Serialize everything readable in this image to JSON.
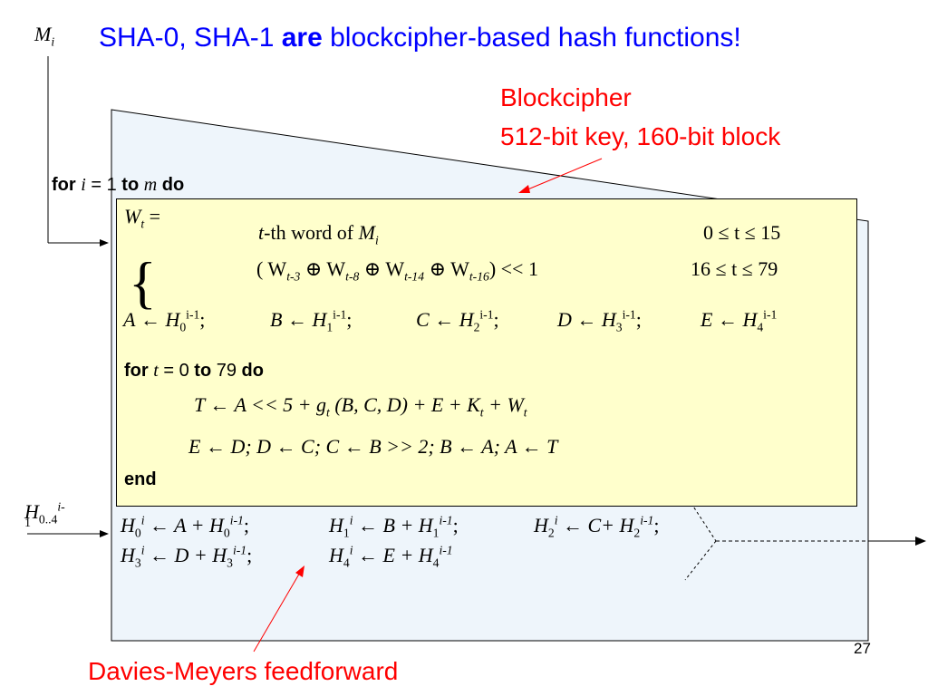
{
  "title": {
    "part1": "SHA-0, SHA-1 ",
    "bold": "are",
    "part2": " blockcipher-based hash functions!"
  },
  "blockcipher": {
    "line1": "Blockcipher",
    "line2": "512-bit key, 160-bit block"
  },
  "davies": "Davies-Meyers feedforward",
  "page_number": "27",
  "mi_label": {
    "var": "M",
    "sub": "i"
  },
  "h_input": {
    "var": "H",
    "sub": "0..4",
    "sup": "i-",
    "cont": "1"
  },
  "outer_loop": {
    "kw_for": "for",
    "var_i": "i",
    "eq": " = 1 ",
    "kw_to": "to",
    "var_m": "m",
    "kw_do": "do"
  },
  "schedule": {
    "lhs_var": "W",
    "lhs_sub": "t",
    "lhs_eq": " =",
    "brace": "{",
    "case1": {
      "t": "t",
      "text": "-th word of ",
      "m": "M",
      "msub": "i",
      "cond": "0 ≤  t  ≤ 15"
    },
    "case2": {
      "open": "( W",
      "s1": "t-3",
      "op1": " ⊕ W",
      "s2": "t-8",
      "op2": " ⊕ W",
      "s3": "t-14",
      "op3": " ⊕ W",
      "s4": "t-16",
      "close": ")  << 1",
      "cond": "16 ≤  t  ≤ 79"
    }
  },
  "init": [
    {
      "lhs": "A",
      "h": "H",
      "sub": "0",
      "sup": "i-1"
    },
    {
      "lhs": "B",
      "h": "H",
      "sub": "1",
      "sup": "i-1"
    },
    {
      "lhs": "C",
      "h": "H",
      "sub": "2",
      "sup": "i-1"
    },
    {
      "lhs": "D",
      "h": "H",
      "sub": "3",
      "sup": "i-1"
    },
    {
      "lhs": "E",
      "h": "H",
      "sub": "4",
      "sup": "i-1"
    }
  ],
  "inner_loop": {
    "kw_for": "for",
    "var_t": "t",
    "eq": " = 0 ",
    "kw_to": "to",
    "num": " 79 ",
    "kw_do": "do"
  },
  "round_T": {
    "p1": "T ←  A << 5  +  ",
    "g": "g",
    "gsub": "t",
    "p2": " (B, C, D)  + E + K",
    "ksub": "t",
    "p3": " + W",
    "wsub": "t"
  },
  "round_shift": "E ← D;     D ← C;     C ← B >> 2;    B ← A;  A ← T",
  "end_kw": "end",
  "feedforward": [
    {
      "h": "H",
      "sub": "0",
      "sup": "i",
      "mid": " ← A + H",
      "sub2": "0",
      "sup2": "i-1",
      "end": ";"
    },
    {
      "h": "H",
      "sub": "1",
      "sup": "i",
      "mid": " ← B + H",
      "sub2": "1",
      "sup2": "i-1",
      "end": ";"
    },
    {
      "h": "H",
      "sub": "2",
      "sup": "i",
      "mid": " ← C+ H",
      "sub2": "2",
      "sup2": "i-1",
      "end": ";"
    },
    {
      "h": "H",
      "sub": "3",
      "sup": "i",
      "mid": " ← D + H",
      "sub2": "3",
      "sup2": "i-1",
      "end": ";"
    },
    {
      "h": "H",
      "sub": "4",
      "sup": "i",
      "mid": " ← E + H",
      "sub2": "4",
      "sup2": "i-1",
      "end": ""
    }
  ]
}
